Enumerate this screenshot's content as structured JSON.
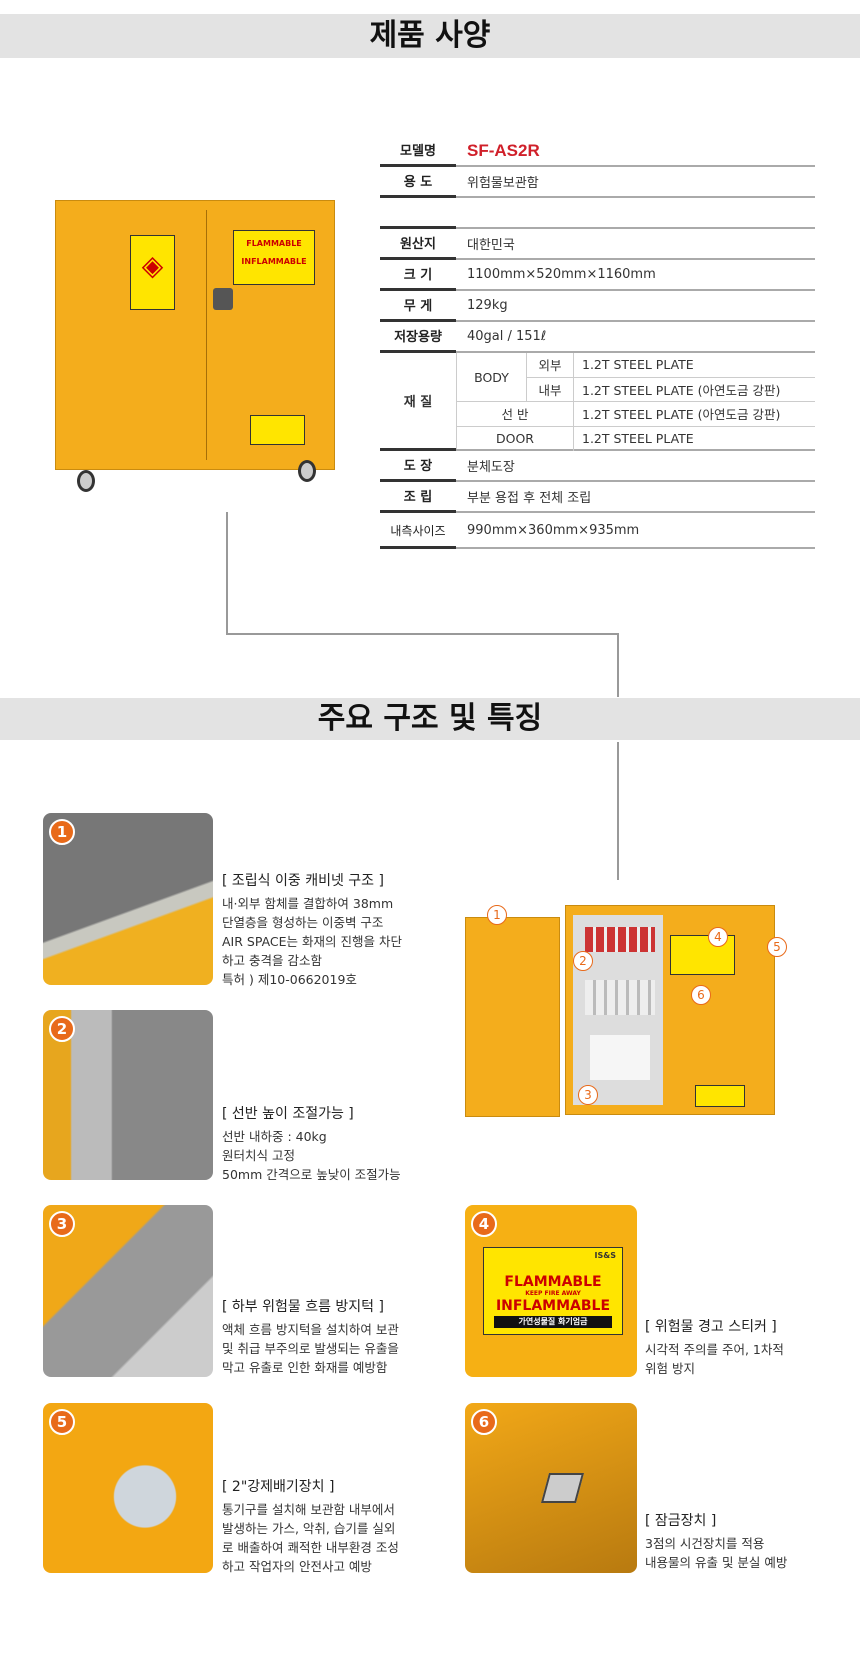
{
  "headers": {
    "spec": "제품 사양",
    "features": "주요 구조 및 특징"
  },
  "spec": {
    "model": {
      "label": "모델명",
      "value": "SF-AS2R"
    },
    "use": {
      "label": "용 도",
      "value": "위험물보관함"
    },
    "origin": {
      "label": "원산지",
      "value": "대한민국"
    },
    "size": {
      "label": "크 기",
      "value": "1100mm×520mm×1160mm"
    },
    "weight": {
      "label": "무 게",
      "value": "129kg"
    },
    "capacity": {
      "label": "저장용량",
      "value": "40gal / 151ℓ"
    },
    "material": {
      "label": "재 질",
      "body": "BODY",
      "outer": "외부",
      "outer_value": "1.2T STEEL PLATE",
      "inner": "내부",
      "inner_value": "1.2T STEEL PLATE (아연도금 강판)",
      "shelf": "선 반",
      "shelf_value": "1.2T STEEL PLATE (아연도금 강판)",
      "door": "DOOR",
      "door_value": "1.2T STEEL PLATE"
    },
    "paint": {
      "label": "도 장",
      "value": "분체도장"
    },
    "assembly": {
      "label": "조 립",
      "value": "부분 용접 후 전체 조립"
    },
    "inner_size": {
      "label": "내측사이즈",
      "value": "990mm×360mm×935mm"
    }
  },
  "sticker": {
    "top": "IS&S",
    "flammable": "FLAMMABLE",
    "keep": "KEEP FIRE AWAY",
    "inflammable": "INFLAMMABLE",
    "kr": "가연성물질 화기엄금"
  },
  "features": [
    {
      "num": "1",
      "title": "[ 조립식 이중 캐비넷 구조 ]",
      "lines": [
        "내·외부 함체를 결합하여 38mm",
        "단열층을 형성하는 이중벽 구조",
        "AIR SPACE는 화재의 진행을 차단",
        "하고 충격을 감소함",
        "특허 ) 제10-0662019호"
      ]
    },
    {
      "num": "2",
      "title": "[ 선반 높이 조절가능 ]",
      "lines": [
        "선반 내하중 : 40kg",
        "원터치식 고정",
        "50mm 간격으로 높낮이 조절가능"
      ]
    },
    {
      "num": "3",
      "title": "[ 하부 위험물 흐름 방지턱 ]",
      "lines": [
        "액체 흐름 방지턱을 설치하여 보관",
        "및 취급 부주의로 발생되는 유출을",
        "막고 유출로 인한 화재를 예방함"
      ]
    },
    {
      "num": "4",
      "title": "[ 위험물 경고 스티커 ]",
      "lines": [
        "시각적 주의를 주어, 1차적",
        "위험 방지"
      ]
    },
    {
      "num": "5",
      "title": "[ 2\"강제배기장치 ]",
      "lines": [
        "통기구를 설치해 보관함 내부에서",
        "발생하는 가스, 악취, 습기를 실외",
        "로 배출하여 쾌적한 내부환경 조성",
        "하고 작업자의 안전사고 예방"
      ]
    },
    {
      "num": "6",
      "title": "[ 잠금장치 ]",
      "lines": [
        "3점의 시건장치를 적용",
        "내용물의 유출 및 분실 예방"
      ]
    }
  ],
  "colors": {
    "accent": "#d0202a",
    "cabinet": "#f4ad1c",
    "badge": "#e86a1a"
  }
}
